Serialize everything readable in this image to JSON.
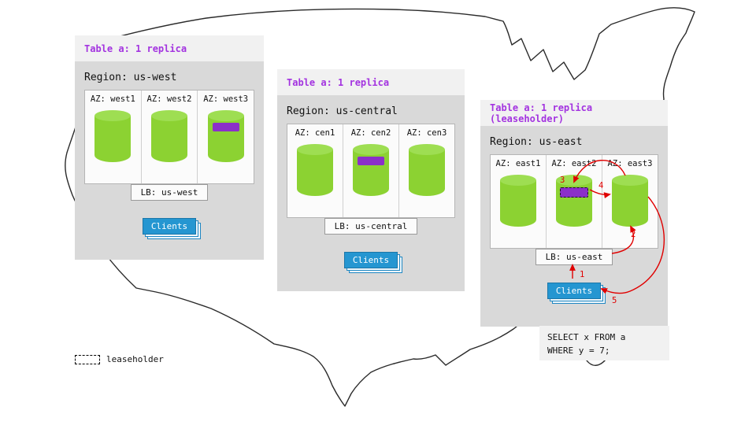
{
  "regions": [
    {
      "table_label": "Table a: 1 replica",
      "region_label": "Region: us-west",
      "azs": [
        {
          "label": "AZ: west1"
        },
        {
          "label": "AZ: west2"
        },
        {
          "label": "AZ: west3"
        }
      ],
      "lb_label": "LB: us-west",
      "clients_label": "Clients"
    },
    {
      "table_label": "Table a: 1 replica",
      "region_label": "Region: us-central",
      "azs": [
        {
          "label": "AZ: cen1"
        },
        {
          "label": "AZ: cen2"
        },
        {
          "label": "AZ: cen3"
        }
      ],
      "lb_label": "LB: us-central",
      "clients_label": "Clients"
    },
    {
      "table_label": "Table a: 1 replica (leaseholder)",
      "region_label": "Region: us-east",
      "azs": [
        {
          "label": "AZ: east1"
        },
        {
          "label": "AZ: east2"
        },
        {
          "label": "AZ: east3"
        }
      ],
      "lb_label": "LB: us-east",
      "clients_label": "Clients",
      "query": "SELECT x FROM a\nWHERE y = 7;"
    }
  ],
  "arrows": {
    "a1": "1",
    "a2": "2",
    "a3": "3",
    "a4": "4",
    "a5": "5"
  },
  "legend": {
    "label": "leaseholder"
  },
  "colors": {
    "replica_green": "#8cd232",
    "replica_green_top": "#9ede52",
    "leaseholder_purple": "#8b2fc9",
    "header_purple": "#a333e0",
    "clients_blue": "#2596d1",
    "arrow_red": "#e00000"
  }
}
